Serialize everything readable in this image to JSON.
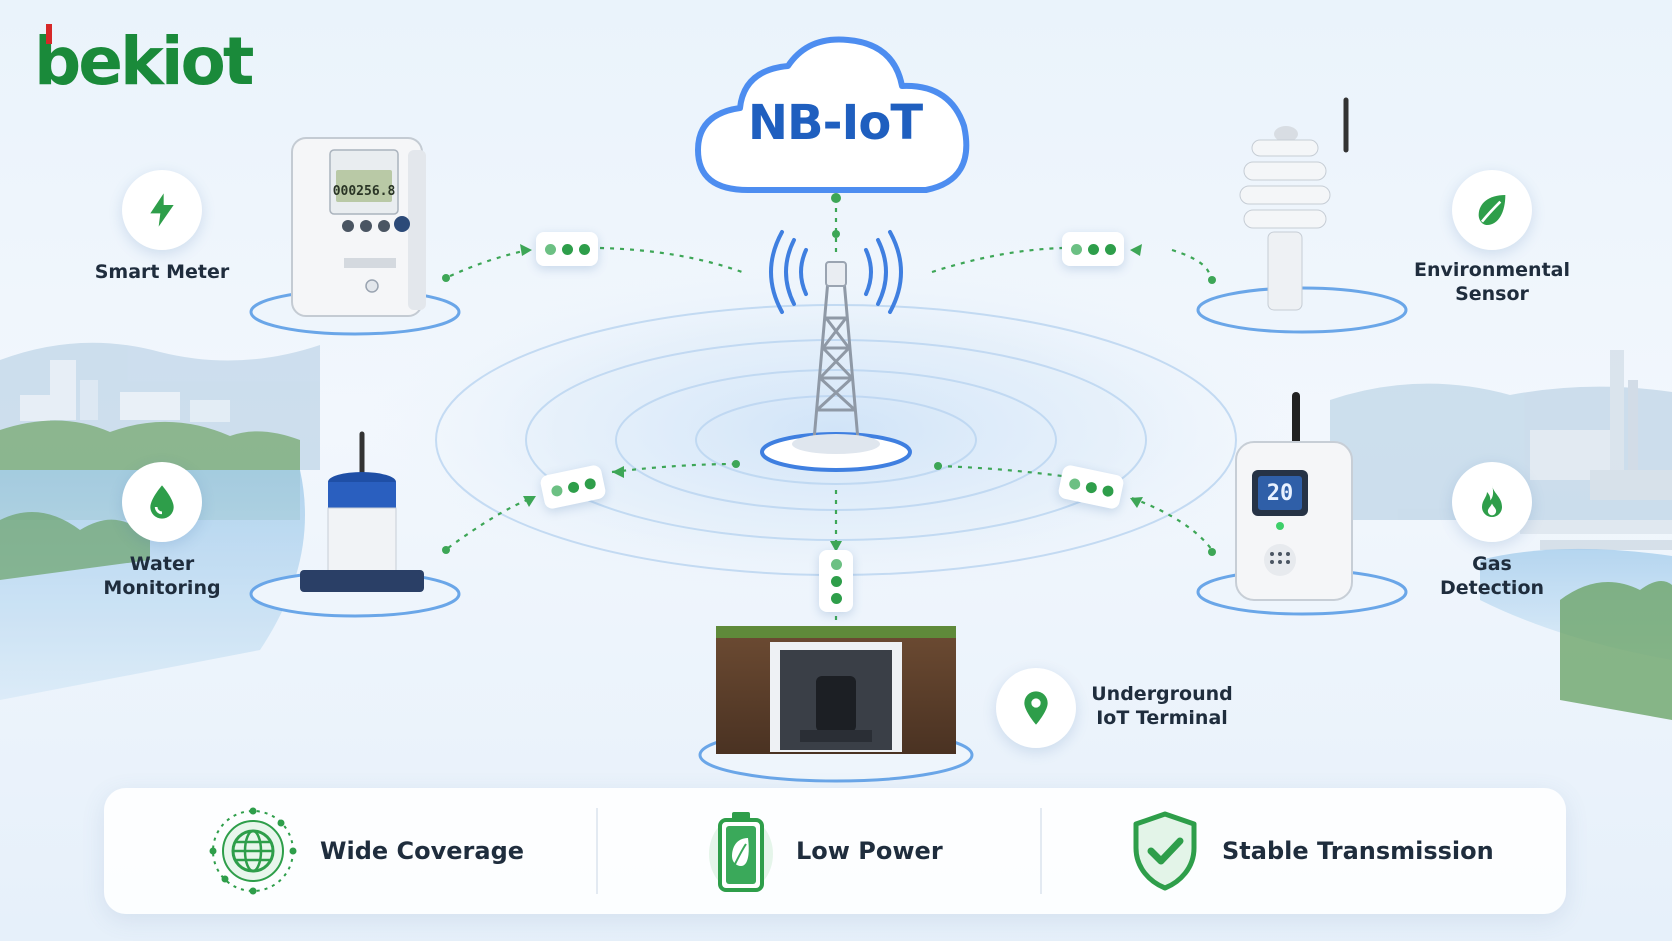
{
  "brand": {
    "logo_text": "bekiot",
    "accent_green": "#1a8a3a",
    "accent_red": "#d62828",
    "accent_blue": "#1f5fbf"
  },
  "cloud": {
    "label": "NB-IoT"
  },
  "devices": [
    {
      "key": "smart_meter",
      "label": "Smart Meter",
      "icon": "lightning-icon",
      "readout": "000256.8"
    },
    {
      "key": "environmental_sensor",
      "label": "Environmental\nSensor",
      "icon": "leaf-icon"
    },
    {
      "key": "water_monitoring",
      "label": "Water\nMonitoring",
      "icon": "water-drop-icon"
    },
    {
      "key": "gas_detection",
      "label": "Gas\nDetection",
      "icon": "flame-icon",
      "readout": "20"
    },
    {
      "key": "underground_terminal",
      "label": "Underground\nIoT Terminal",
      "icon": "location-pin-icon"
    }
  ],
  "features": [
    {
      "label": "Wide Coverage",
      "icon": "globe-icon"
    },
    {
      "label": "Low Power",
      "icon": "battery-leaf-icon"
    },
    {
      "label": "Stable Transmission",
      "icon": "shield-check-icon"
    }
  ]
}
